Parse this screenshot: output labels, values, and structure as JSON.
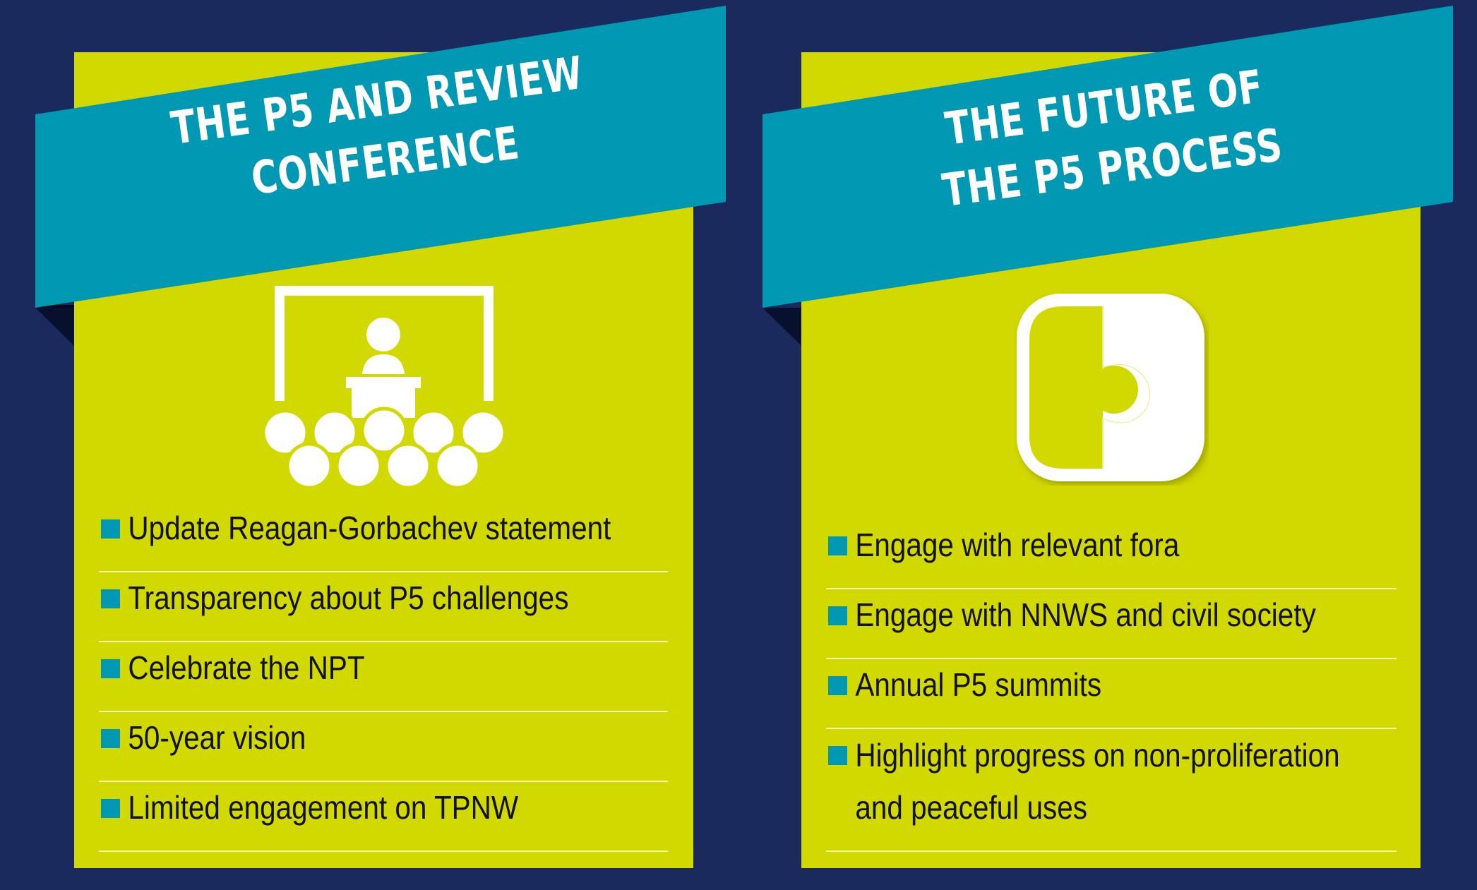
{
  "colors": {
    "background": "#1b2a5c",
    "panel": "#d2d900",
    "banner": "#0098b2",
    "bullet": "#0098b2",
    "icon": "#ffffff"
  },
  "left": {
    "title_line1": "THE P5 AND REVIEW",
    "title_line2": "CONFERENCE",
    "icon": "conference-audience-icon",
    "items": [
      "Update Reagan-Gorbachev statement",
      "Transparency about P5 challenges",
      "Celebrate the NPT",
      "50-year vision",
      "Limited engagement on TPNW"
    ]
  },
  "right": {
    "title_line1": "THE FUTURE OF",
    "title_line2": "THE P5 PROCESS",
    "icon": "puzzle-piece-icon",
    "items": [
      "Engage with relevant fora",
      "Engage with NNWS and civil society",
      "Annual P5 summits",
      "Highlight progress on non-proliferation",
      "and peaceful uses"
    ]
  }
}
